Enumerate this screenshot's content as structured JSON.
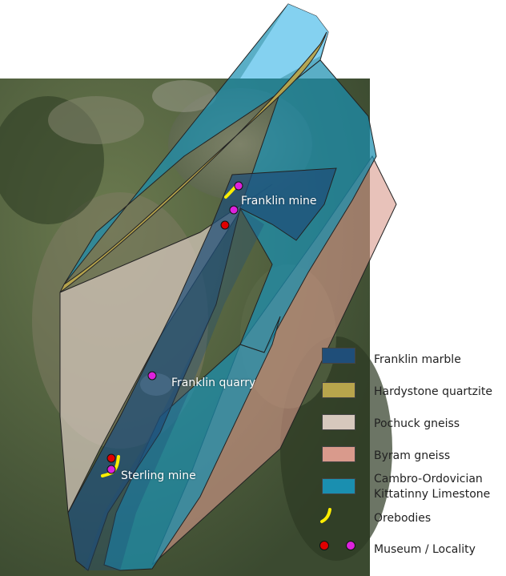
{
  "labels": {
    "franklin_mine": "Franklin mine",
    "franklin_quarry": "Franklin quarry",
    "sterling_mine": "Sterling mine"
  },
  "legend": {
    "franklin_marble": "Franklin marble",
    "hardystone_quartzite": "Hardystone quartzite",
    "pochuck_gneiss": "Pochuck gneiss",
    "byram_gneiss": "Byram gneiss",
    "kittatinny_line1": "Cambro-Ordovician",
    "kittatinny_line2": "Kittatinny Limestone",
    "orebodies": "Orebodies",
    "museum_locality": "Museum / Locality"
  },
  "colors": {
    "franklin_marble": "#1f4e79",
    "hardystone_quartzite": "#b8a54c",
    "pochuck_gneiss": "#d6c8bd",
    "byram_gneiss": "#d99a8c",
    "kittatinny": "#1a8fb0",
    "kittatinny_sky": "#87d3f2",
    "orebodies": "#ffee00",
    "museum": "#e00000",
    "locality": "#dd22dd",
    "satellite": "#4b5a3b"
  },
  "icons": [
    "orebody-icon",
    "museum-dot-icon",
    "locality-dot-icon"
  ]
}
